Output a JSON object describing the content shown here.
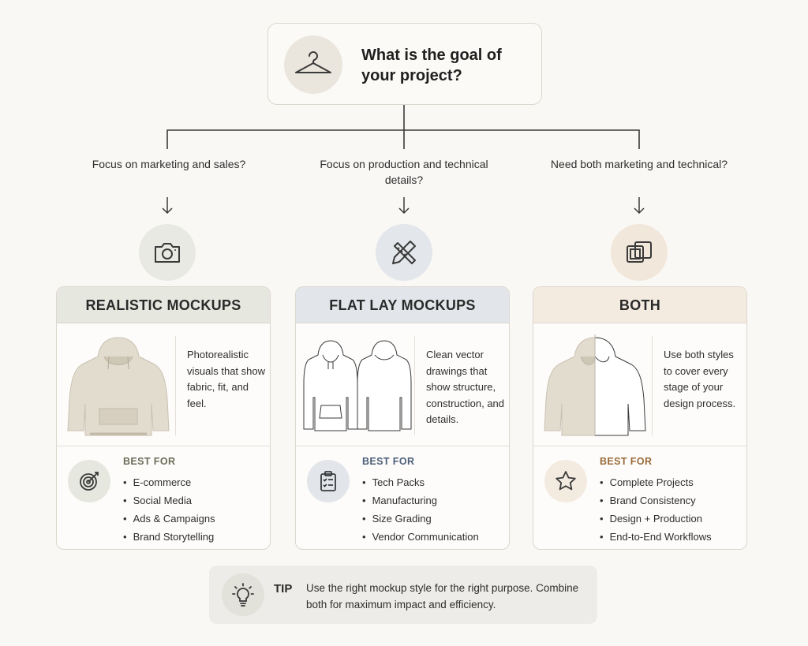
{
  "root": {
    "question": "What is the goal of your project?",
    "icon": "hanger-icon"
  },
  "branches": [
    {
      "question": "Focus on marketing and sales?",
      "icon": "camera-icon",
      "icon_bg": "#e9e9e3",
      "title": "REALISTIC MOCKUPS",
      "head_bg": "#e6e7df",
      "description": "Photorealistic visuals that show fabric, fit, and feel.",
      "best_for_label": "BEST FOR",
      "best_for_color": "#6c6c5a",
      "best_for_icon": "target-icon",
      "items": [
        "E-commerce",
        "Social Media",
        "Ads & Campaigns",
        "Brand Storytelling"
      ]
    },
    {
      "question": "Focus on production and technical details?",
      "icon": "pencil-ruler-icon",
      "icon_bg": "#e3e6ea",
      "title": "FLAT LAY MOCKUPS",
      "head_bg": "#e2e6ea",
      "description": "Clean vector drawings that show structure, construction, and details.",
      "best_for_label": "BEST FOR",
      "best_for_color": "#4d5f7a",
      "best_for_icon": "clipboard-checklist-icon",
      "items": [
        "Tech Packs",
        "Manufacturing",
        "Size Grading",
        "Vendor Communication"
      ]
    },
    {
      "question": "Need both marketing and technical?",
      "icon": "overlapping-squares-icon",
      "icon_bg": "#f1e7da",
      "title": "BOTH",
      "head_bg": "#f4ebe0",
      "description": "Use both styles to cover every stage of your design process.",
      "best_for_label": "BEST FOR",
      "best_for_color": "#9a6b3c",
      "best_for_icon": "star-icon",
      "items": [
        "Complete Projects",
        "Brand Consistency",
        "Design + Production",
        "End-to-End Workflows"
      ]
    }
  ],
  "tip": {
    "label": "TIP",
    "text": "Use the right mockup style for the right purpose. Combine both for maximum impact and efficiency.",
    "icon": "lightbulb-icon"
  }
}
